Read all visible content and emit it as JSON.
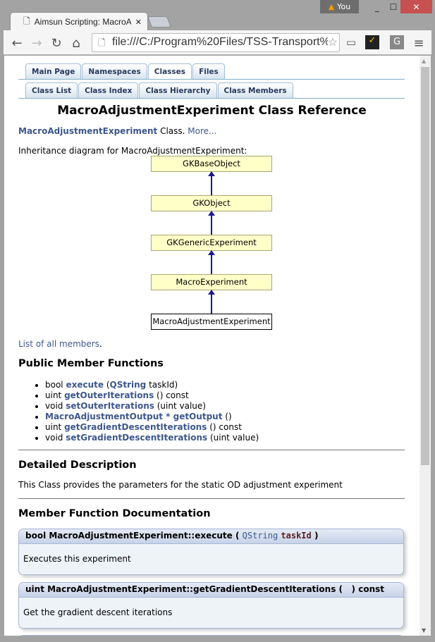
{
  "window": {
    "user": "You",
    "minimize": "_",
    "maximize": "☐",
    "close": "✕"
  },
  "tab": {
    "title": "Aimsun Scripting: MacroA",
    "close": "✕"
  },
  "toolbar": {
    "url": "file:///C:/Program%20Files/TSS-Transport%"
  },
  "nav": {
    "row1": [
      "Main Page",
      "Namespaces",
      "Classes",
      "Files"
    ],
    "row1_current": "Classes",
    "row2": [
      "Class List",
      "Class Index",
      "Class Hierarchy",
      "Class Members"
    ]
  },
  "page": {
    "title": "MacroAdjustmentExperiment Class Reference",
    "brief_link": "MacroAdjustmentExperiment",
    "brief_text": " Class. ",
    "more": "More...",
    "inheritance_label": "Inheritance diagram for MacroAdjustmentExperiment:",
    "inheritance": [
      "GKBaseObject",
      "GKObject",
      "GKGenericExperiment",
      "MacroExperiment",
      "MacroAdjustmentExperiment"
    ],
    "list_members_link": "List of all members",
    "public_heading": "Public Member Functions",
    "functions": [
      {
        "pre": "bool ",
        "name": "execute",
        "post": " (",
        "type": "QString",
        "post2": " taskId)"
      },
      {
        "pre": "uint ",
        "name": "getOuterIterations",
        "post": " () const",
        "type": "",
        "post2": ""
      },
      {
        "pre": "void ",
        "name": "setOuterIterations",
        "post": " (uint value)",
        "type": "",
        "post2": ""
      },
      {
        "pre": "",
        "name": "MacroAdjustmentOutput * getOutput",
        "post": " ()",
        "type": "",
        "post2": ""
      },
      {
        "pre": "uint ",
        "name": "getGradientDescentIterations",
        "post": " () const",
        "type": "",
        "post2": ""
      },
      {
        "pre": "void ",
        "name": "setGradientDescentIterations",
        "post": " (uint value)",
        "type": "",
        "post2": ""
      }
    ],
    "detailed_heading": "Detailed Description",
    "detailed_text": "This Class provides the parameters for the static OD adjustment experiment",
    "mfd_heading": "Member Function Documentation",
    "docs": [
      {
        "head": "bool MacroAdjustmentExperiment::execute (",
        "ptype": "QString",
        "pname": "taskId",
        "tail": ")",
        "body": "Executes this experiment"
      },
      {
        "head": "uint MacroAdjustmentExperiment::getGradientDescentIterations (",
        "ptype": "",
        "pname": "",
        "tail": ")  const",
        "body": "Get the gradient descent iterations"
      }
    ]
  }
}
